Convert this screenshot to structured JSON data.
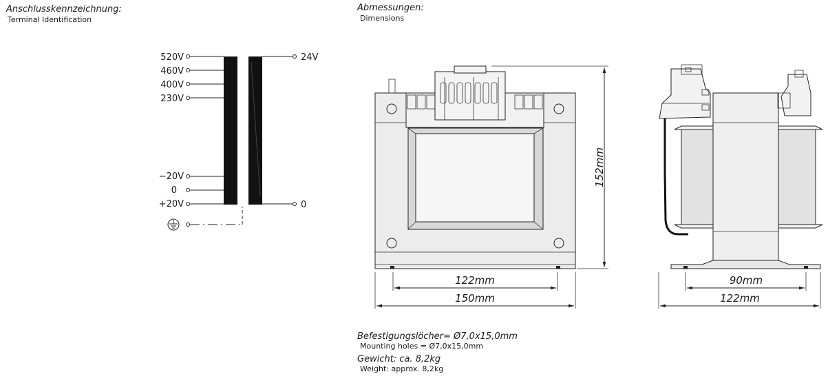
{
  "headings": {
    "terminal_de": "Anschlusskennzeichnung:",
    "terminal_en": "Terminal  Identification",
    "dimensions_de": "Abmessungen:",
    "dimensions_en": "Dimensions"
  },
  "primary_taps": [
    "520V",
    "460V",
    "400V",
    "230V",
    "−20V",
    "0",
    "+20V"
  ],
  "secondary_taps": [
    "24V",
    "0"
  ],
  "dimensions": {
    "height": "152mm",
    "mount_width_front": "122mm",
    "total_width_front": "150mm",
    "mount_width_side": "90mm",
    "total_width_side": "122mm"
  },
  "notes": {
    "holes_de": "Befestigungslöcher= Ø7,0x15,0mm",
    "holes_en": "Mounting  holes  =  Ø7,0x15,0mm",
    "weight_de": "Gewicht:  ca.  8,2kg",
    "weight_en": "Weight:  approx.  8,2kg"
  }
}
